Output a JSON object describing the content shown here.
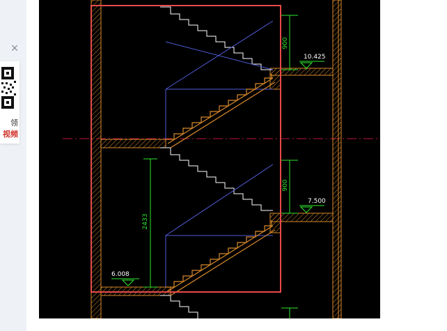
{
  "promo": {
    "close_symbol": "×",
    "line1": "领",
    "line2": "视频"
  },
  "drawing": {
    "elev_top": "10.425",
    "elev_mid": "7.500",
    "elev_low": "6.008",
    "dim_upper": "900",
    "dim_middle": "900",
    "dim_height": "2433"
  },
  "colors": {
    "background": "#000000",
    "wall": "#d98a2b",
    "dimension": "#2ee62e",
    "stair": "#ffffff",
    "guide": "#4f5bd6",
    "axis": "#c0143c",
    "selection": "#e84a4a"
  }
}
